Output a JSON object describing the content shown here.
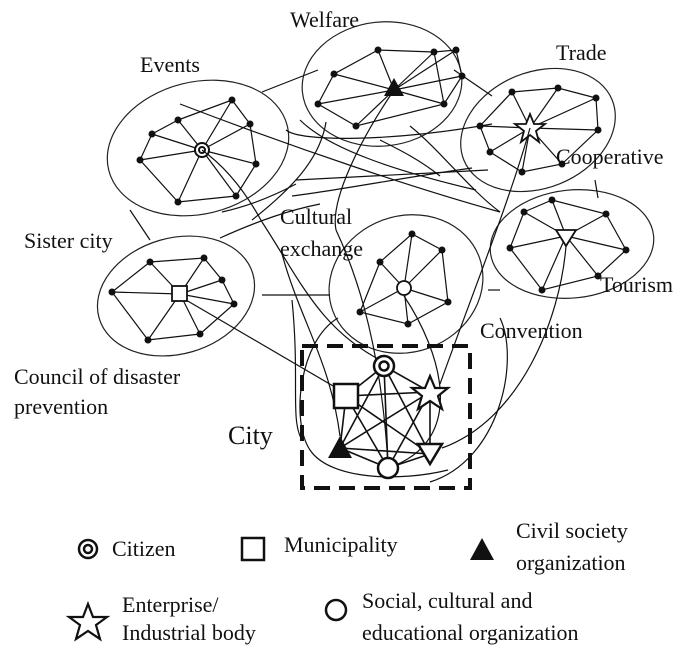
{
  "clusters": {
    "events": "Events",
    "welfare": "Welfare",
    "trade": "Trade",
    "cooperative": "Cooperative",
    "sister_city": "Sister city",
    "cultural_exchange_line1": "Cultural",
    "cultural_exchange_line2": "exchange",
    "tourism": "Tourism",
    "convention": "Convention",
    "disaster_line1": "Council of disaster",
    "disaster_line2": "prevention"
  },
  "city_label": "City",
  "legend": {
    "citizen": "Citizen",
    "municipality": "Municipality",
    "civil_line1": "Civil society",
    "civil_line2": "organization",
    "enterprise_line1": "Enterprise/",
    "enterprise_line2": "Industrial body",
    "social_line1": "Social, cultural and",
    "social_line2": "educational organization"
  }
}
